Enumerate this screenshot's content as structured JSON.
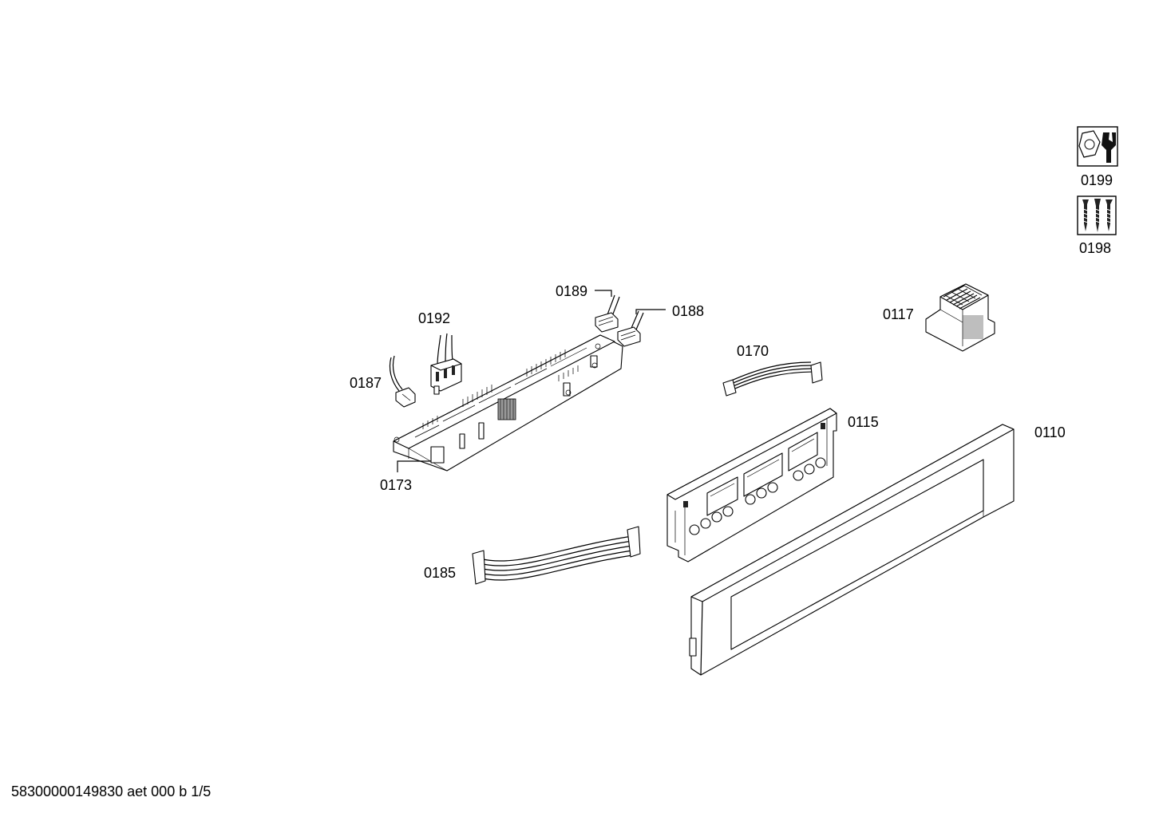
{
  "diagram": {
    "callouts": [
      {
        "id": "0199"
      },
      {
        "id": "0198"
      },
      {
        "id": "0189"
      },
      {
        "id": "0188"
      },
      {
        "id": "0192"
      },
      {
        "id": "0187"
      },
      {
        "id": "0117"
      },
      {
        "id": "0170"
      },
      {
        "id": "0115"
      },
      {
        "id": "0110"
      },
      {
        "id": "0173"
      },
      {
        "id": "0185"
      }
    ],
    "footer_code": "58300000149830 aet 000 b 1/5",
    "icons": [
      "wrench-nut-icon",
      "screws-icon"
    ]
  }
}
